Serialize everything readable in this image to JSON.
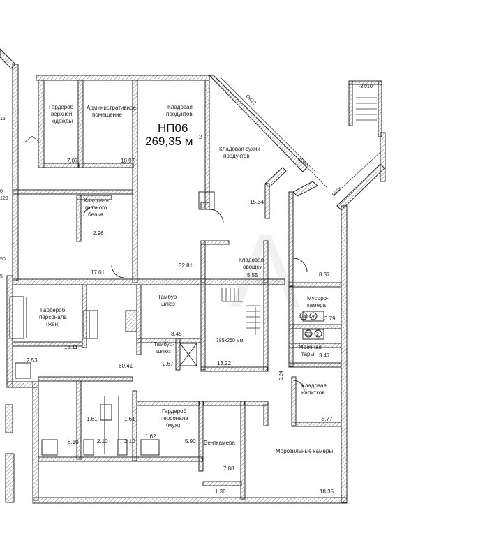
{
  "unit": {
    "code": "НП06",
    "area": "269,35 м",
    "area_sup": "2"
  },
  "levels": {
    "top_right": "-3.010"
  },
  "axes": [
    "ОК12",
    "Д39л",
    "Д39л"
  ],
  "rooms": {
    "wardrobe_outer": {
      "label": [
        "Гардероб",
        "верхней",
        "одежды"
      ],
      "area": "7.07"
    },
    "admin": {
      "label": [
        "Административное",
        "помещение"
      ],
      "area": "10.97"
    },
    "storage_products": {
      "label": [
        "Кладовая",
        "продуктов"
      ]
    },
    "storage_dry": {
      "label": [
        "Кладовая сухих",
        "продуктов"
      ],
      "area": "15.34"
    },
    "storage_dirty": {
      "label": [
        "Кладовая",
        "грязного",
        "белья"
      ],
      "area": "2.96"
    },
    "left_hall": {
      "area": "17.01"
    },
    "main_storage": {
      "area": "32.81"
    },
    "vegetables": {
      "label": [
        "Кладовая",
        "овощей"
      ],
      "area": "5.55"
    },
    "corridor_right": {
      "area": "8.37"
    },
    "trash": {
      "label": [
        "Мусоро-",
        "камера"
      ],
      "area": "3.79"
    },
    "wash": {
      "label": [
        "Моечная",
        "тары"
      ],
      "area": "3.47"
    },
    "drinks": {
      "label": [
        "Кладовая",
        "напитков"
      ],
      "area": "5.77"
    },
    "wardrobe_women": {
      "label": [
        "Гардероб",
        "персонала",
        "(жен)"
      ],
      "area": "16.11"
    },
    "vestibule1": {
      "label": [
        "Тамбур-",
        "шлюз"
      ],
      "area": "8.45"
    },
    "stair_room": {
      "note": "185х250 мм",
      "area": "13.22"
    },
    "vestibule2": {
      "label": [
        "Тамбур-",
        "шлюз"
      ],
      "area": "2.67"
    },
    "hall_center": {
      "area": "60.41"
    },
    "small_left": {
      "area": "2.53"
    },
    "wc1": {
      "area": "1.61"
    },
    "wc2": {
      "area": "1.61"
    },
    "shower_left": {
      "area": "8.10"
    },
    "wc3": {
      "area": "2.10"
    },
    "wc4": {
      "area": "2.10"
    },
    "wc5": {
      "area": "1.62"
    },
    "wardrobe_men": {
      "label": [
        "Гардероб",
        "персонала",
        "(муж)"
      ],
      "area": "5.90"
    },
    "vent": {
      "label": "Венткамера",
      "area": "7.88"
    },
    "freezers": {
      "label": "Морозильные камеры",
      "area": "18.35"
    },
    "tiny": {
      "area": "1.30"
    }
  },
  "misc": {
    "left_edge": [
      "15",
      "0",
      "120",
      "50",
      "5"
    ],
    "slope": "0.24",
    "fixtures": [
      "24",
      "26",
      "23",
      "2"
    ]
  }
}
